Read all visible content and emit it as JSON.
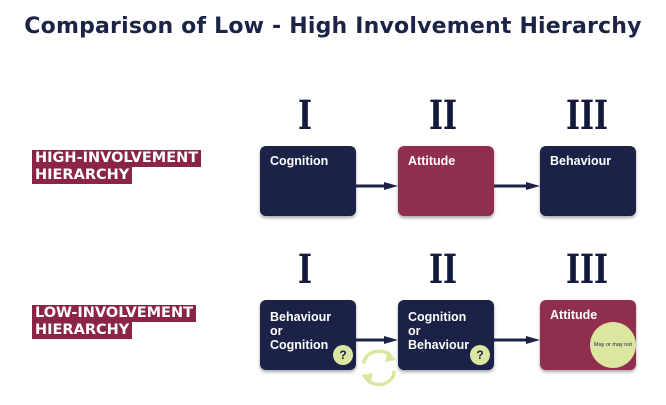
{
  "title": "Comparison of Low - High Involvement Hierarchy",
  "numerals": [
    "I",
    "II",
    "III"
  ],
  "high": {
    "label_line1": "HIGH-INVOLVEMENT",
    "label_line2": "HIERARCHY",
    "boxes": [
      "Cognition",
      "Attitude",
      "Behaviour"
    ]
  },
  "low": {
    "label_line1": "LOW-INVOLVEMENT",
    "label_line2": "HIERARCHY",
    "box1": [
      "Behaviour",
      "or",
      "Cognition"
    ],
    "box2": [
      "Cognition",
      "or",
      "Behaviour"
    ],
    "box3": "Attitude",
    "question_mark": "?",
    "may_or_may_not": "May or may not"
  },
  "colors": {
    "navy": "#1b2147",
    "maroon": "#8f2e4d",
    "accent_green": "#dbe6a1",
    "title": "#1b2347"
  }
}
